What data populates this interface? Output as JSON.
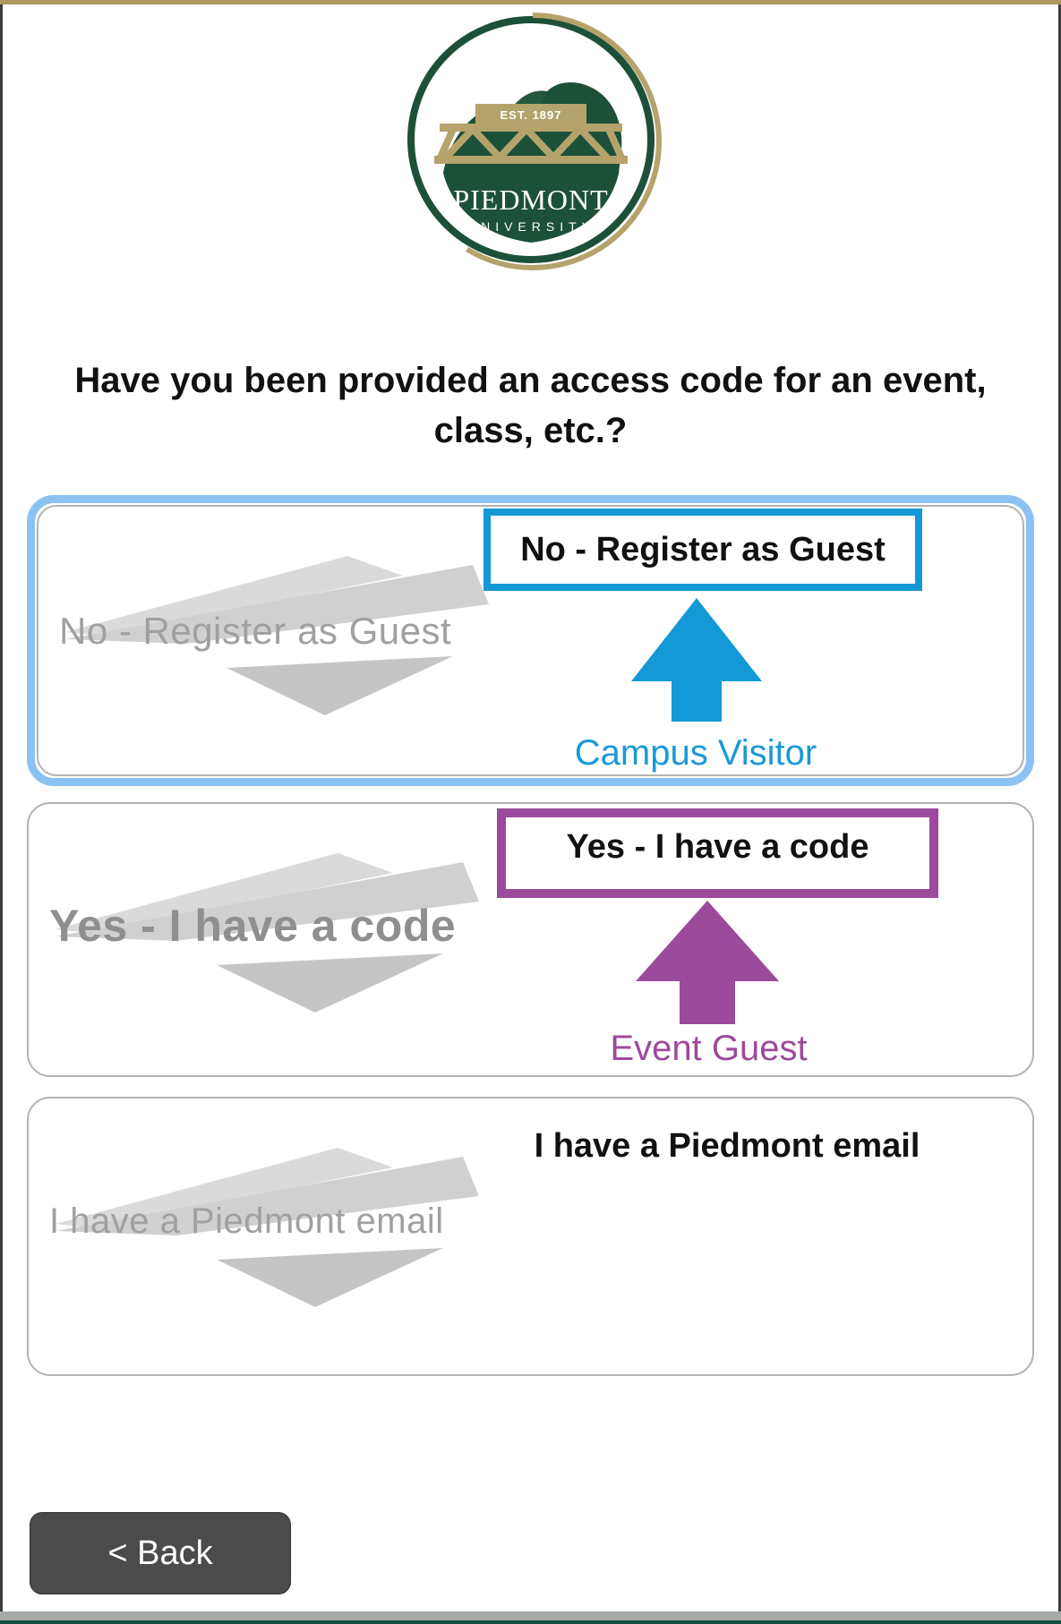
{
  "page": {
    "logo": {
      "name": "Piedmont University seal",
      "est_text": "EST. 1897",
      "name_line1": "PIEDMONT",
      "name_line2": "UNIVERSITY"
    },
    "heading": "Have you been provided an access code for an event, class, etc.?",
    "options": [
      {
        "id": "no-register-as-guest",
        "watermark_text": "No - Register as Guest",
        "label": "No - Register as Guest",
        "annotation": "Campus Visitor",
        "highlighted": true,
        "accent_color": "#1399d5"
      },
      {
        "id": "yes-i-have-a-code",
        "watermark_text": "Yes - I have a code",
        "label": "Yes - I have a code",
        "annotation": "Event Guest",
        "highlighted": false,
        "accent_color": "#9c4a9c"
      },
      {
        "id": "i-have-a-piedmont-email",
        "watermark_text": "I have a Piedmont email",
        "label": "I have a Piedmont email",
        "annotation": "",
        "highlighted": false,
        "accent_color": ""
      }
    ],
    "back_button": "< Back",
    "colors": {
      "highlight_ring": "#8cc2f3",
      "annotation_blue": "#1399d5",
      "annotation_purple": "#9c4a9c",
      "logo_green": "#1d5039",
      "logo_gold": "#b5a36c",
      "top_line_gold": "#ab9a5f",
      "bottom_bar_gray": "#a7aba7",
      "bottom_line_green": "#174f41",
      "back_button_bg": "#4b4b4b"
    }
  }
}
